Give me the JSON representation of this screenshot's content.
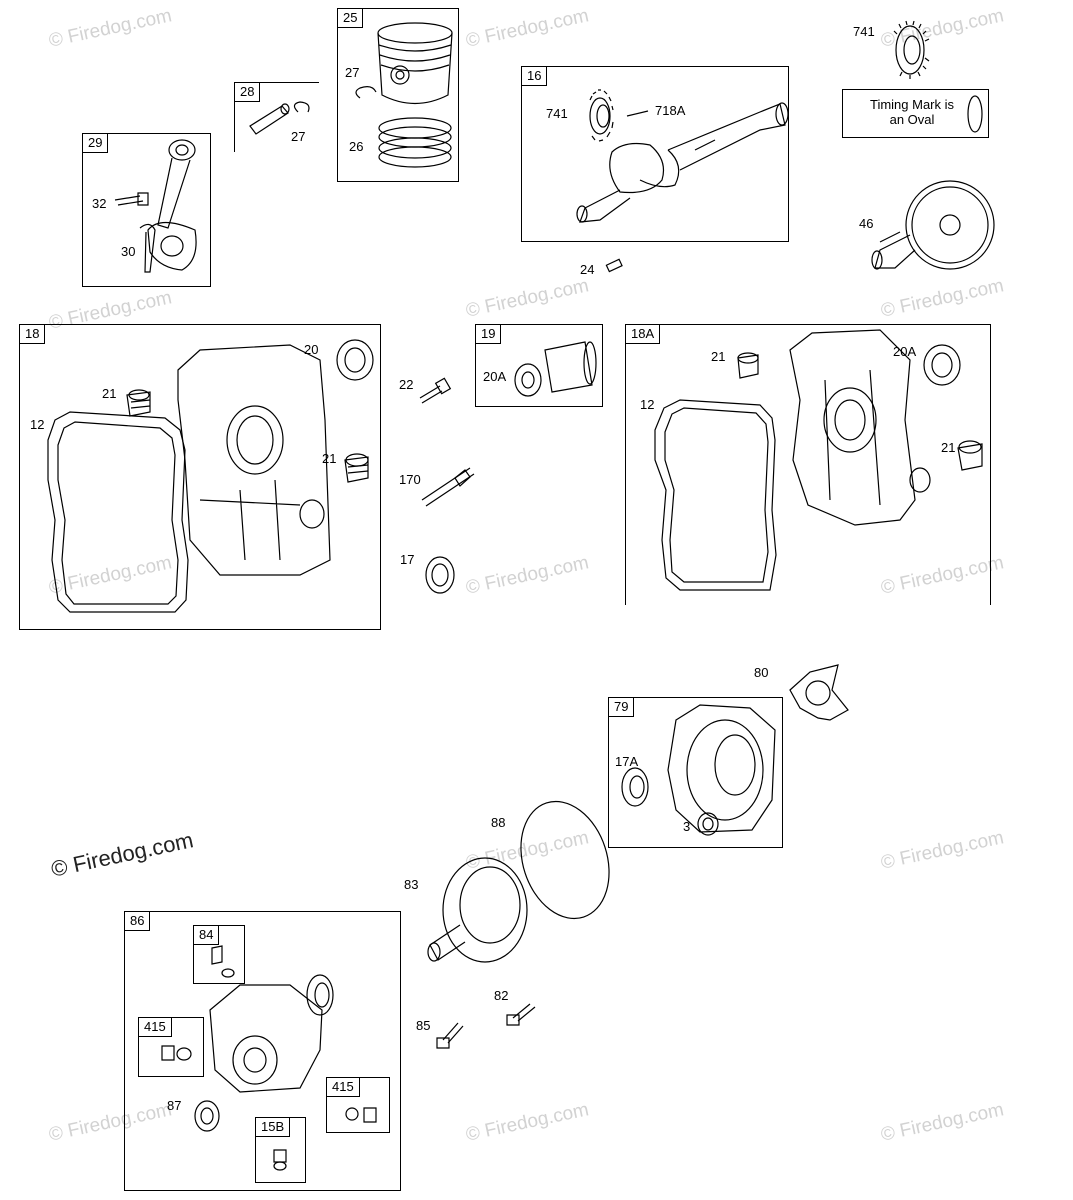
{
  "watermark": {
    "text": "© Firedog.com",
    "main_text": "© Firedog.com"
  },
  "boxes": {
    "b25": "25",
    "b28": "28",
    "b29": "29",
    "b16": "16",
    "b18": "18",
    "b19": "19",
    "b18A": "18A",
    "b79": "79",
    "b86": "86",
    "b84": "84",
    "b415a": "415",
    "b415b": "415",
    "b15B": "15B"
  },
  "note": {
    "text": "Timing Mark is\nan Oval"
  },
  "labels": {
    "l27a": "27",
    "l26": "26",
    "l27b": "27",
    "l32": "32",
    "l30": "30",
    "l741a": "741",
    "l718A": "718A",
    "l741b": "741",
    "l46": "46",
    "l24": "24",
    "l20": "20",
    "l21a": "21",
    "l12a": "12",
    "l21b": "21",
    "l22": "22",
    "l170": "170",
    "l17": "17",
    "l20A": "20A",
    "l21c": "21",
    "l20Ab": "20A",
    "l12b": "12",
    "l21d": "21",
    "l80": "80",
    "l17A": "17A",
    "l3": "3",
    "l88": "88",
    "l83": "83",
    "l82": "82",
    "l85": "85",
    "l87": "87"
  }
}
